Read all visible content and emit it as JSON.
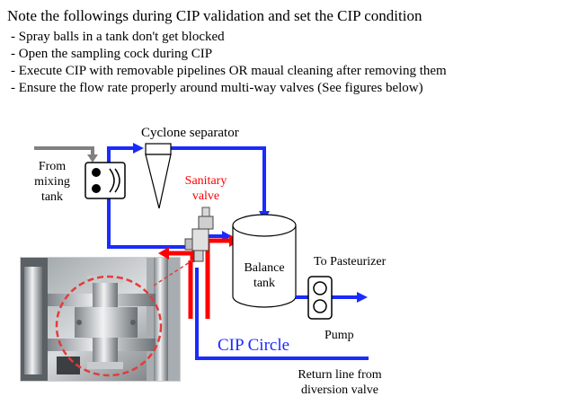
{
  "heading": "Note the followings during CIP validation and set the CIP condition",
  "notes": [
    "- Spray balls in a tank don't get blocked",
    "- Open the sampling cock during CIP",
    "- Execute CIP with removable pipelines OR maual cleaning after removing them",
    "- Ensure the flow rate properly around multi-way valves (See figures below)"
  ],
  "diagram": {
    "cyclone_label": "Cyclone separator",
    "source_label": [
      "From",
      "mixing",
      "tank"
    ],
    "valve_label": [
      "Sanitary",
      "valve"
    ],
    "tank_label": [
      "Balance",
      "tank"
    ],
    "pasteurizer_label": "To Pasteurizer",
    "pump_label": "Pump",
    "cip_label": "CIP Circle",
    "return_label": [
      "Return line from",
      "diversion valve"
    ]
  },
  "colors": {
    "pipe": "#1a2bff",
    "cip": "#ff0000",
    "equipment": "#808080",
    "label_accent": "#ff0000",
    "cip_text": "#1a2bff"
  },
  "icons": [
    "pump-icon",
    "photo-callout"
  ]
}
